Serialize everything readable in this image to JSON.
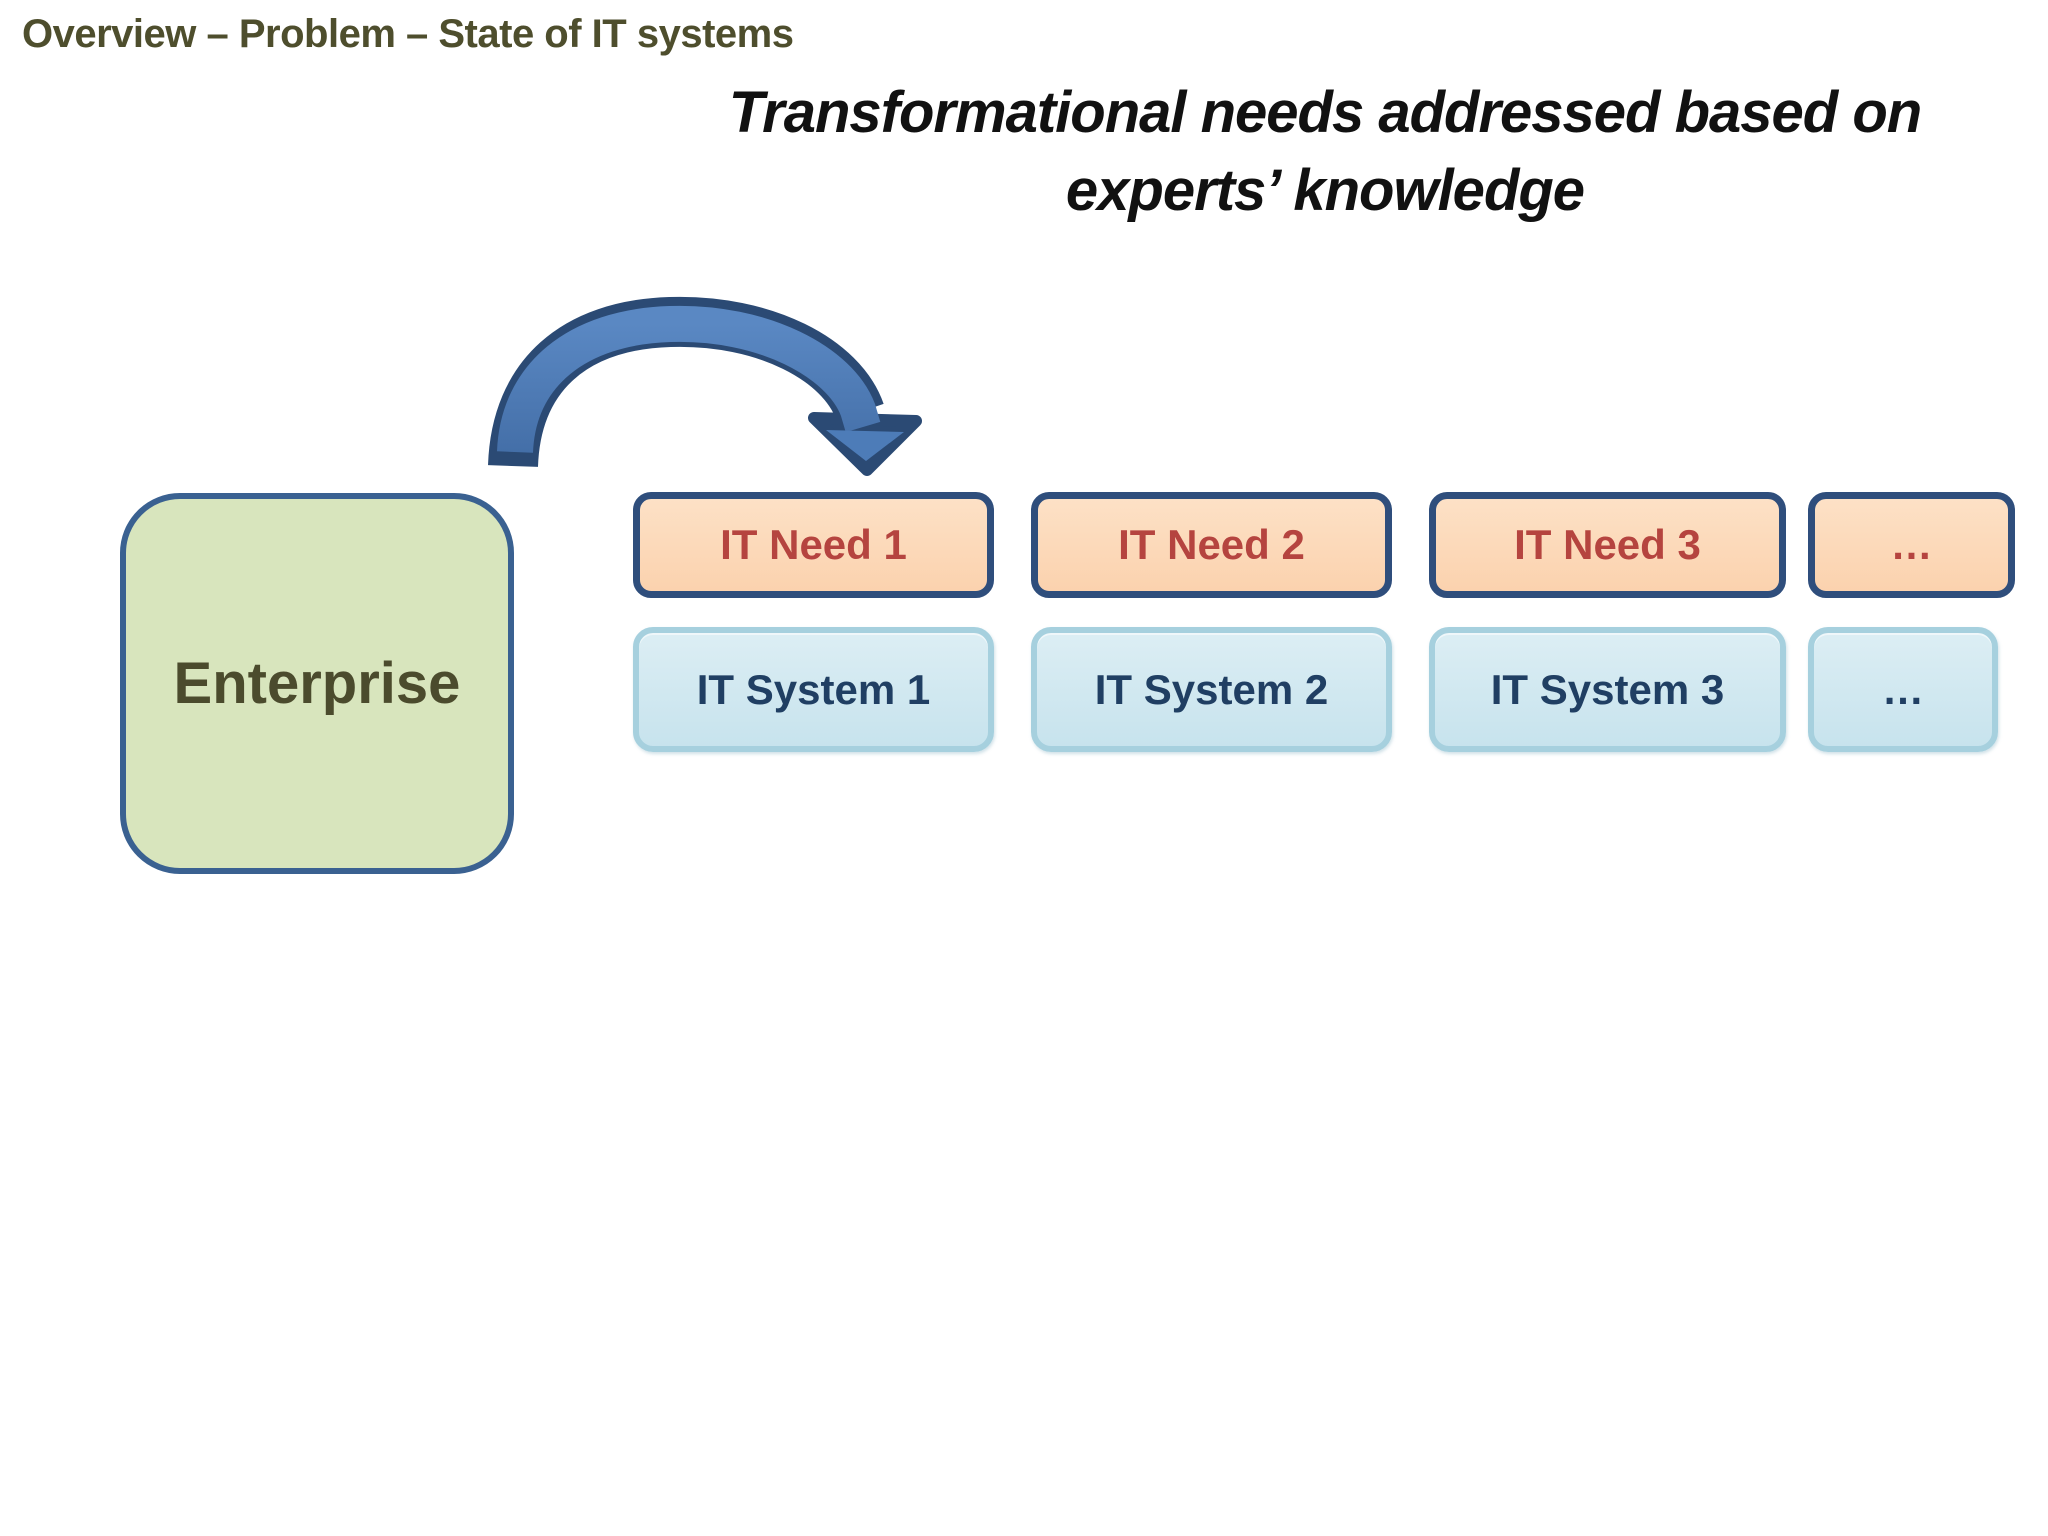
{
  "slide": {
    "title": "Overview – Problem – State of IT systems",
    "heading_line1": "Transformational needs addressed based on",
    "heading_line2": "experts’ knowledge"
  },
  "diagram": {
    "enterprise": {
      "label": "Enterprise"
    },
    "needs": [
      {
        "label": "IT Need 1"
      },
      {
        "label": "IT Need 2"
      },
      {
        "label": "IT Need 3"
      },
      {
        "label": "…"
      }
    ],
    "systems": [
      {
        "label": "IT System 1"
      },
      {
        "label": "IT System 2"
      },
      {
        "label": "IT System 3"
      },
      {
        "label": "…"
      }
    ],
    "arrow": "curved-arrow from Enterprise to IT Needs"
  },
  "colors": {
    "background": "#ffffff",
    "title_text": "#4e4e2d",
    "heading_text": "#111111",
    "enterprise_fill": "#d8e5bd",
    "enterprise_border": "#3a6191",
    "enterprise_text": "#4b4b2d",
    "need_fill": "#fcd6b4",
    "need_border": "#2f4e7c",
    "need_text": "#b5443f",
    "system_fill": "#cbe5ee",
    "system_border": "#a6d0de",
    "system_text": "#203f63",
    "arrow_fill": "#4d7cb8",
    "arrow_outline": "#2b4a74"
  }
}
